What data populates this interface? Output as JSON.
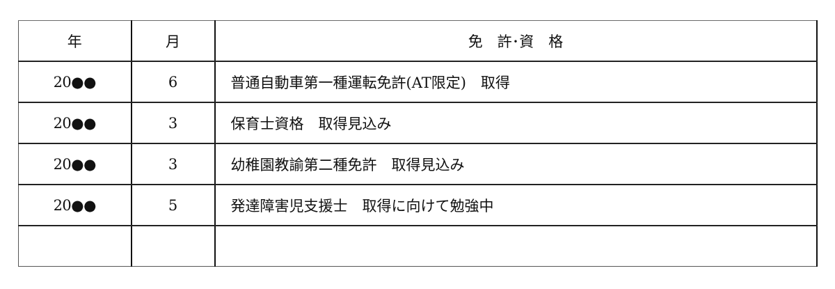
{
  "table": {
    "headers": {
      "year": "年",
      "month": "月",
      "item": "免　許･資　格"
    },
    "rows": [
      {
        "year": "20●●",
        "month": "6",
        "item": "普通自動車第一種運転免許(AT限定)　取得"
      },
      {
        "year": "20●●",
        "month": "3",
        "item": "保育士資格　取得見込み"
      },
      {
        "year": "20●●",
        "month": "3",
        "item": "幼稚園教諭第二種免許　取得見込み"
      },
      {
        "year": "20●●",
        "month": "5",
        "item": "発達障害児支援士　取得に向けて勉強中"
      },
      {
        "year": "",
        "month": "",
        "item": ""
      }
    ]
  }
}
